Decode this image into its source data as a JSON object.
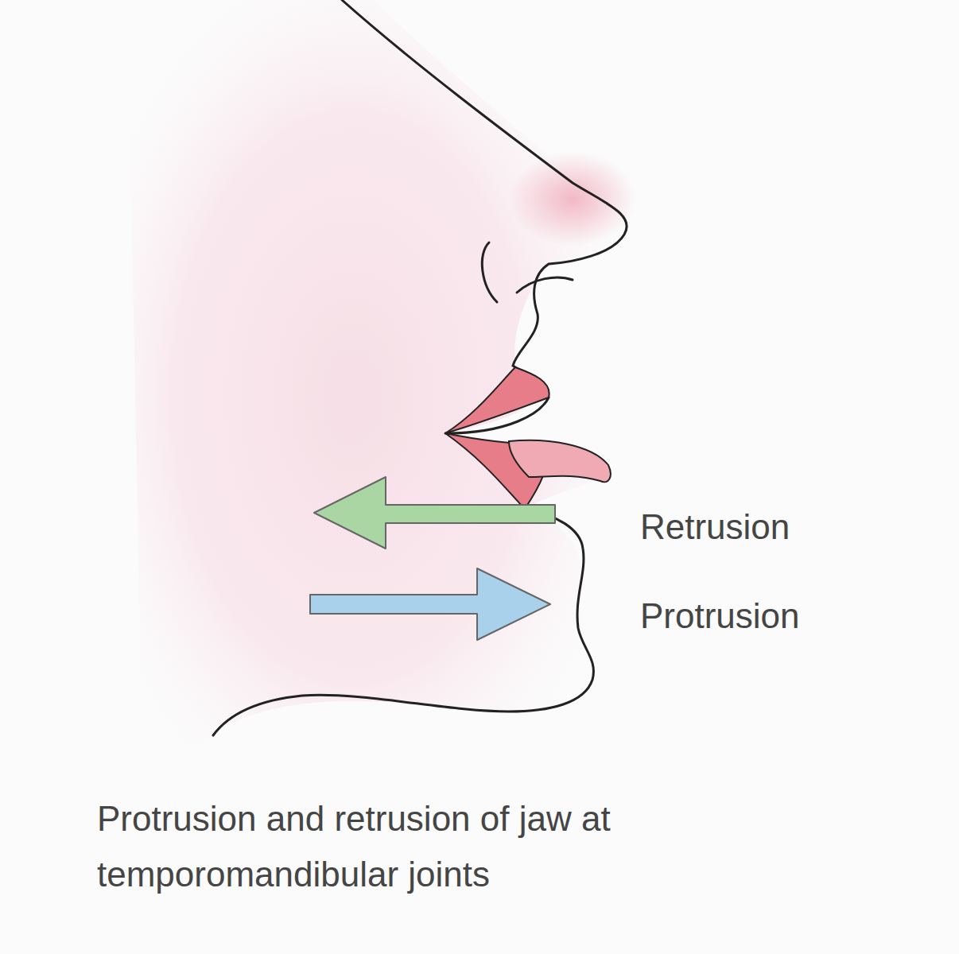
{
  "diagram": {
    "caption": "Protrusion and retrusion of jaw at temporomandibular joints",
    "labels": [
      "Retrusion",
      "Protrusion"
    ]
  }
}
